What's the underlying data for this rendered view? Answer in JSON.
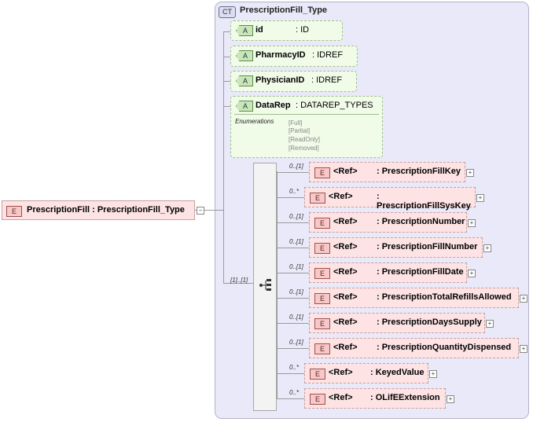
{
  "root": {
    "badge": "E",
    "label": "PrescriptionFill : PrescriptionFill_Type"
  },
  "complex_type": {
    "badge": "CT",
    "title": "PrescriptionFill_Type"
  },
  "attributes": [
    {
      "badge": "A",
      "name": "id",
      "type": ": ID"
    },
    {
      "badge": "A",
      "name": "PharmacyID",
      "type": ": IDREF"
    },
    {
      "badge": "A",
      "name": "PhysicianID",
      "type": ": IDREF"
    },
    {
      "badge": "A",
      "name": "DataRep",
      "type": ": DATAREP_TYPES",
      "enum_label": "Enumerations",
      "enumerations": [
        "[Full]",
        "[Partial]",
        "[ReadOnly]",
        "[Removed]"
      ]
    }
  ],
  "sequence": {
    "cardinality": "[1]..[1]"
  },
  "elements": [
    {
      "card": "0..[1]",
      "badge": "E",
      "ref": "<Ref>",
      "name": ": PrescriptionFillKey"
    },
    {
      "card": "0..*",
      "badge": "E",
      "ref": "<Ref>",
      "name": ": PrescriptionFillSysKey"
    },
    {
      "card": "0..[1]",
      "badge": "E",
      "ref": "<Ref>",
      "name": ": PrescriptionNumber"
    },
    {
      "card": "0..[1]",
      "badge": "E",
      "ref": "<Ref>",
      "name": ": PrescriptionFillNumber"
    },
    {
      "card": "0..[1]",
      "badge": "E",
      "ref": "<Ref>",
      "name": ": PrescriptionFillDate"
    },
    {
      "card": "0..[1]",
      "badge": "E",
      "ref": "<Ref>",
      "name": ": PrescriptionTotalRefillsAllowed"
    },
    {
      "card": "0..[1]",
      "badge": "E",
      "ref": "<Ref>",
      "name": ": PrescriptionDaysSupply"
    },
    {
      "card": "0..[1]",
      "badge": "E",
      "ref": "<Ref>",
      "name": ": PrescriptionQuantityDispensed"
    },
    {
      "card": "0..*",
      "badge": "E",
      "ref": "<Ref>",
      "name": ": KeyedValue"
    },
    {
      "card": "0..*",
      "badge": "E",
      "ref": "<Ref>",
      "name": ": OLifEExtension"
    }
  ],
  "expand_symbol": "+",
  "collapse_symbol": "−"
}
